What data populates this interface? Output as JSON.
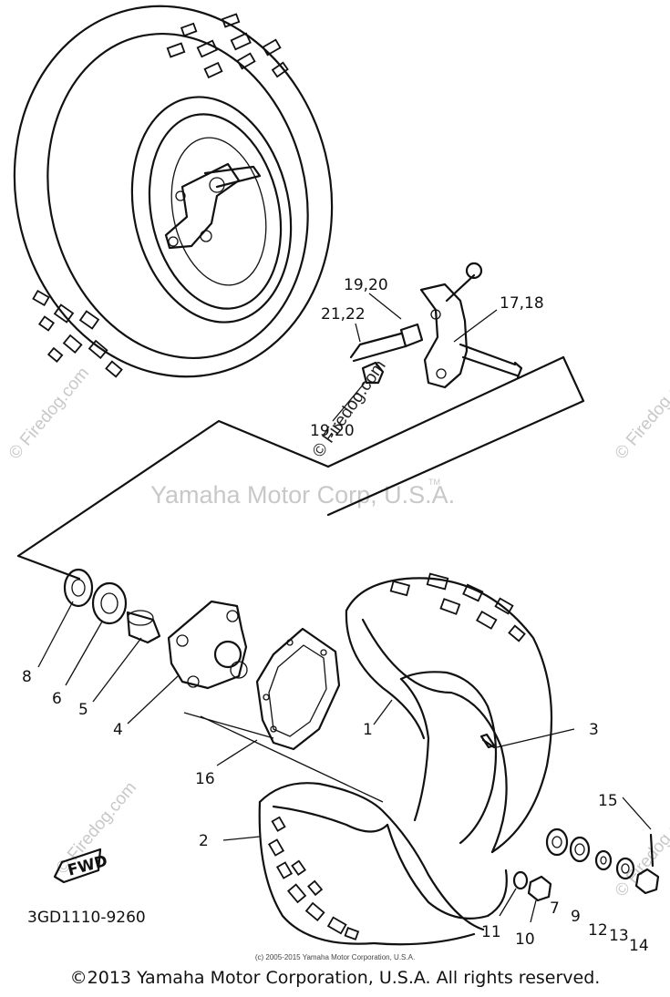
{
  "diagram": {
    "code": "3GD1110-9260",
    "fwd_label": "FWD",
    "watermark_center": "Yamaha Motor Corp, U.S.A.",
    "watermark_tm": "TM",
    "watermark_side": "© Firedog.com",
    "small_copyright": "(c) 2005-2015 Yamaha Motor Corporation, U.S.A.",
    "footer": "©2013 Yamaha Motor Corporation, U.S.A. All rights reserved.",
    "callouts": [
      "1",
      "2",
      "3",
      "4",
      "5",
      "6",
      "7",
      "8",
      "9",
      "10",
      "11",
      "12",
      "13",
      "14",
      "15",
      "16",
      "17,18",
      "19,20",
      "21,22",
      "19,20"
    ]
  }
}
